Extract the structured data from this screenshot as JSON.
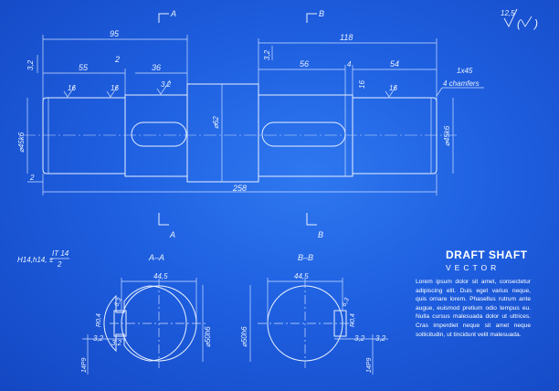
{
  "title": "DRAFT SHAFT",
  "subtitle": "VECTOR",
  "description": "Lorem ipsum dolor sit amet, consectetur adipiscing elit. Duis eget varius neque, quis ornare lorem. Phasellus rutrum ante augue, euismod pretium odio tempus eu. Nulla cursus malesuada dolor ut ultrices. Cras imperdiet neque sit amet neque sollicitudin, ut tincidunt velit malesuada.",
  "roughness": "12,5",
  "section_markers": {
    "a": "A",
    "b": "B"
  },
  "section_titles": {
    "aa": "A–A",
    "bb": "B–B"
  },
  "tolerance_note": {
    "prefix": "H14,h14, ±",
    "frac_top": "IT 14",
    "frac_bottom": "2"
  },
  "chamfer_note": {
    "line1": "1x45",
    "line2": "4 chamfers"
  },
  "dims": {
    "d95": "95",
    "d118": "118",
    "d55": "55",
    "d36": "36",
    "d56": "56",
    "d54": "54",
    "d4": "4",
    "d2a": "2",
    "d2b": "2",
    "d258": "258",
    "r16a": "16",
    "r16b": "16",
    "r16c": "16",
    "r16d": "16",
    "r32a": "3,2",
    "r32b": "3,2",
    "r32c": "3,2",
    "dia45a": "⌀45k6",
    "dia62": "⌀62",
    "dia45b": "⌀45k6"
  },
  "sections": {
    "aa": {
      "width": "44,5",
      "r": "R0,4",
      "d": "6,3",
      "r32a": "3,2",
      "r32b": "3,2",
      "dia": "⌀50h6",
      "key": "14P9"
    },
    "bb": {
      "width": "44,5",
      "r": "R0,4",
      "d": "6,3",
      "r32a": "3,2",
      "r32b": "3,2",
      "dia": "⌀50h6",
      "key": "14P9"
    }
  }
}
